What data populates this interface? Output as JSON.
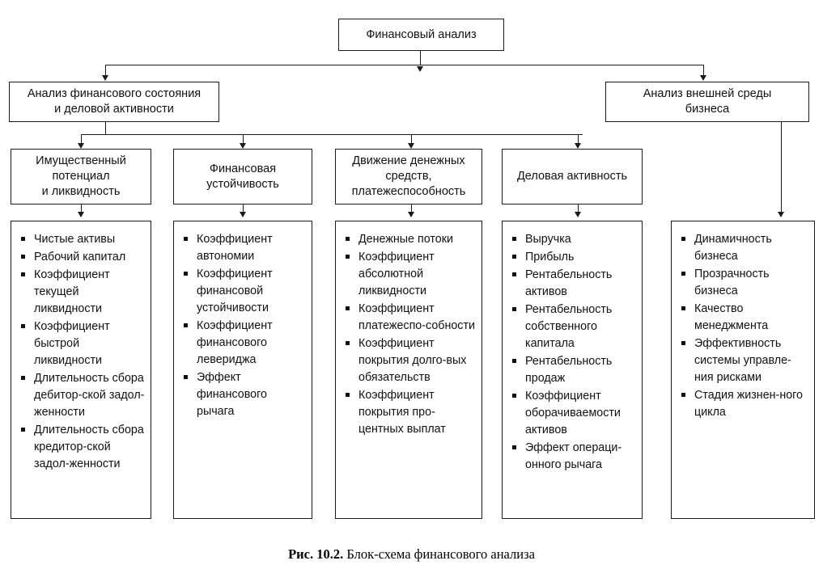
{
  "root": {
    "label": "Финансовый анализ"
  },
  "level2": [
    {
      "label": "Анализ финансового состояния\nи деловой активности"
    },
    {
      "label": "Анализ внешней среды\nбизнеса"
    }
  ],
  "level3": [
    {
      "label": "Имущественный\nпотенциал\nи ликвидность"
    },
    {
      "label": "Финансовая\nустойчивость"
    },
    {
      "label": "Движение денежных\nсредств,\nплатежеспособность"
    },
    {
      "label": "Деловая активность"
    }
  ],
  "lists": [
    {
      "name": "property-potential-liquidity",
      "items": [
        "Чистые активы",
        "Рабочий капитал",
        "Коэффициент текущей ликвидности",
        "Коэффициент быстрой ликвидности",
        "Длительность сбора дебитор-ской задол-женности",
        "Длительность сбора кредитор-ской задол-женности"
      ]
    },
    {
      "name": "financial-stability",
      "items": [
        "Коэффициент автономии",
        "Коэффициент финансовой устойчивости",
        "Коэффициент финансового левериджа",
        "Эффект финансового рычага"
      ]
    },
    {
      "name": "cash-flow-solvency",
      "items": [
        "Денежные потоки",
        "Коэффициент абсолютной ликвидности",
        "Коэффициент платежеспо-собности",
        "Коэффициент покрытия долго-вых обязательств",
        "Коэффициент покрытия про-центных выплат"
      ]
    },
    {
      "name": "business-activity",
      "items": [
        "Выручка",
        "Прибыль",
        "Рентабельность активов",
        "Рентабельность собственного капитала",
        "Рентабельность продаж",
        "Коэффициент оборачиваемости активов",
        "Эффект операци-онного рычага"
      ]
    },
    {
      "name": "external-business-environment",
      "items": [
        "Динамичность бизнеса",
        "Прозрачность бизнеса",
        "Качество менеджмента",
        "Эффективность системы управле-ния рисками",
        "Стадия жизнен-ного цикла"
      ]
    }
  ],
  "caption": {
    "prefix": "Рис. 10.2.",
    "text": " Блок-схема финансового анализа"
  },
  "colors": {
    "stroke": "#1a1a1a",
    "background": "#ffffff",
    "text": "#111111"
  }
}
